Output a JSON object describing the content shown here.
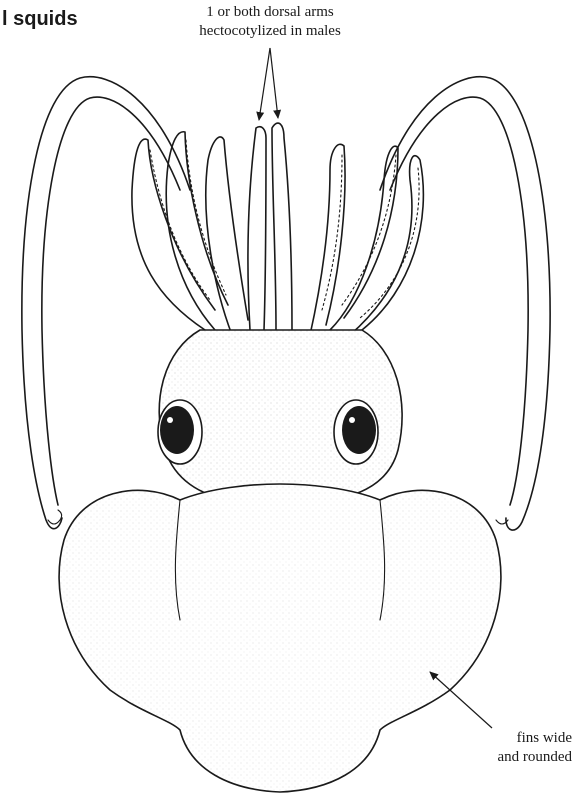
{
  "figure": {
    "heading": "l squids",
    "callouts": {
      "dorsal_arms": [
        "1 or both dorsal arms",
        "hectocotylized in males"
      ],
      "fins": [
        "fins wide",
        "and rounded"
      ]
    }
  },
  "colors": {
    "ink": "#1a1a1a",
    "paper": "#ffffff"
  }
}
